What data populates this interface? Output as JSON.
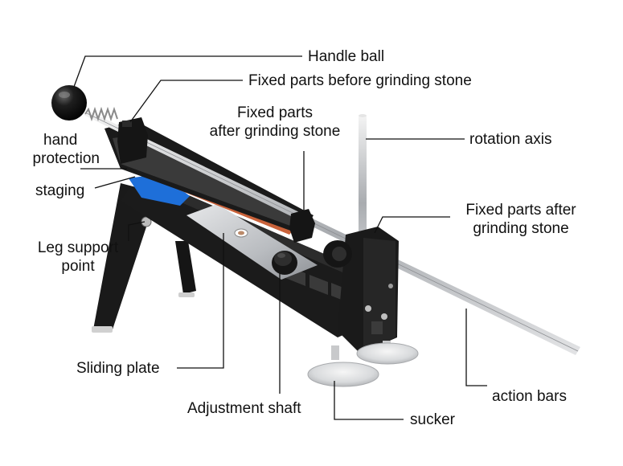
{
  "labels": {
    "handle_ball": "Handle ball",
    "fixed_before": "Fixed parts before grinding stone",
    "fixed_after_top_1": "Fixed parts",
    "fixed_after_top_2": "after grinding stone",
    "rotation_axis": "rotation axis",
    "hand_protection_1": "hand",
    "hand_protection_2": "protection",
    "staging": "staging",
    "fixed_after_right_1": "Fixed parts after",
    "fixed_after_right_2": "grinding stone",
    "leg_support_1": "Leg support",
    "leg_support_2": "point",
    "sliding_plate": "Sliding plate",
    "adjustment_shaft": "Adjustment shaft",
    "action_bars": "action bars",
    "sucker": "sucker"
  },
  "colors": {
    "body": "#1b1b1b",
    "steel": "#c7c9cc",
    "stone": "#c9623a",
    "blue": "#1e6fd9",
    "leader": "#111111"
  }
}
